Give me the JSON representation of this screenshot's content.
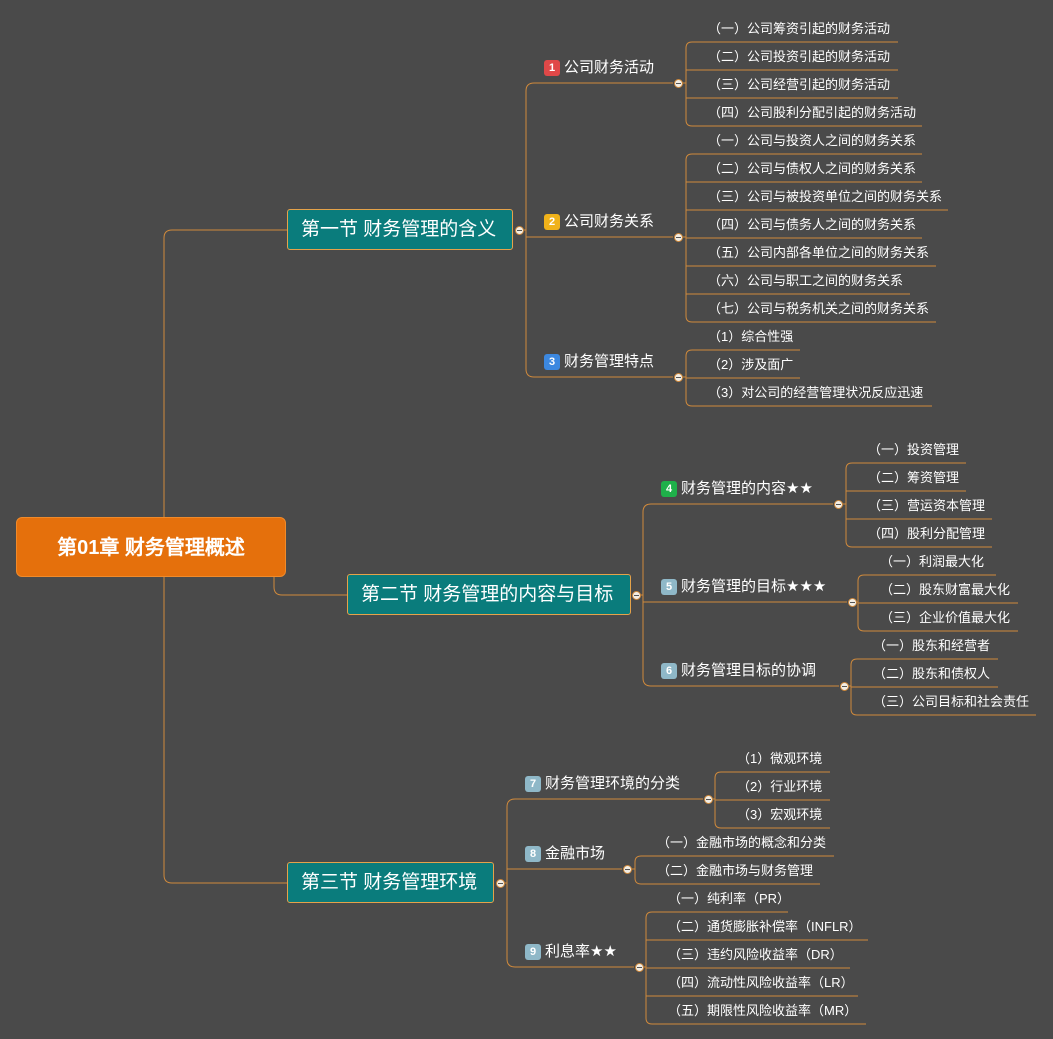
{
  "root": "第01章  财务管理概述",
  "colors": {
    "background": "#4a4a4a",
    "root": "#e5700c",
    "section": "#0a7c7c",
    "line": "#d08a3c"
  },
  "sections": [
    {
      "title": "第一节 财务管理的含义",
      "topics": [
        {
          "num": "1",
          "color": "#e04848",
          "label": "公司财务活动",
          "leaves": [
            "（一）公司筹资引起的财务活动",
            "（二）公司投资引起的财务活动",
            "（三）公司经营引起的财务活动",
            "（四）公司股利分配引起的财务活动"
          ]
        },
        {
          "num": "2",
          "color": "#f0b21a",
          "label": "公司财务关系",
          "leaves": [
            "（一）公司与投资人之间的财务关系",
            "（二）公司与债权人之间的财务关系",
            "（三）公司与被投资单位之间的财务关系",
            "（四）公司与债务人之间的财务关系",
            "（五）公司内部各单位之间的财务关系",
            "（六）公司与职工之间的财务关系",
            "（七）公司与税务机关之间的财务关系"
          ]
        },
        {
          "num": "3",
          "color": "#3c88e0",
          "label": "财务管理特点",
          "leaves": [
            "（1）综合性强",
            "（2）涉及面广",
            "（3）对公司的经营管理状况反应迅速"
          ]
        }
      ]
    },
    {
      "title": "第二节 财务管理的内容与目标",
      "topics": [
        {
          "num": "4",
          "color": "#1fb04a",
          "label": "财务管理的内容★★",
          "leaves": [
            "（一）投资管理",
            "（二）筹资管理",
            "（三）营运资本管理",
            "（四）股利分配管理"
          ]
        },
        {
          "num": "5",
          "color": "#8fb8c8",
          "label": "财务管理的目标★★★",
          "leaves": [
            "（一）利润最大化",
            "（二）股东财富最大化",
            "（三）企业价值最大化"
          ]
        },
        {
          "num": "6",
          "color": "#8fb8c8",
          "label": "财务管理目标的协调",
          "leaves": [
            "（一）股东和经营者",
            "（二）股东和债权人",
            "（三）公司目标和社会责任"
          ]
        }
      ]
    },
    {
      "title": "第三节 财务管理环境",
      "topics": [
        {
          "num": "7",
          "color": "#8fb8c8",
          "label": "财务管理环境的分类",
          "leaves": [
            "（1）微观环境",
            "（2）行业环境",
            "（3）宏观环境"
          ]
        },
        {
          "num": "8",
          "color": "#8fb8c8",
          "label": "金融市场",
          "leaves": [
            "（一）金融市场的概念和分类",
            "（二）金融市场与财务管理"
          ]
        },
        {
          "num": "9",
          "color": "#8fb8c8",
          "label": "利息率★★",
          "leaves": [
            "（一）纯利率（PR）",
            "（二）通货膨胀补偿率（INFLR）",
            "（三）违约风险收益率（DR）",
            "（四）流动性风险收益率（LR）",
            "（五）期限性风险收益率（MR）"
          ]
        }
      ]
    }
  ]
}
